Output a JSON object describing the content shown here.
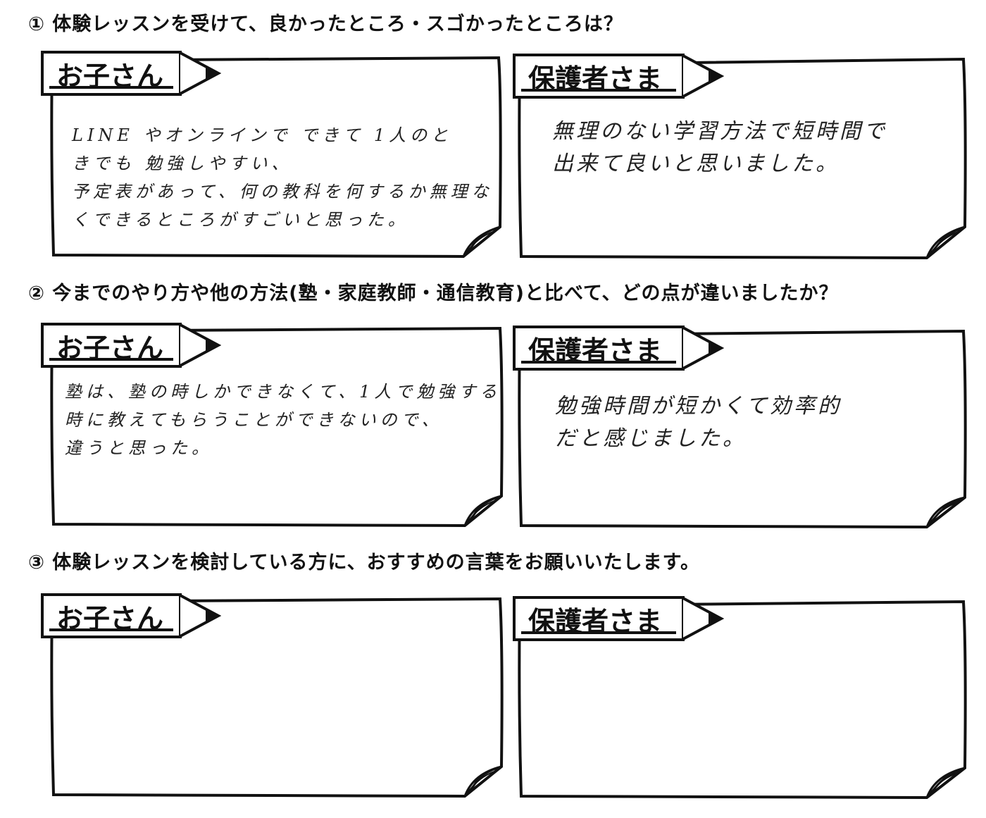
{
  "questions": [
    {
      "label": "① 体験レッスンを受けて、良かったところ・スゴかったところは？",
      "child_tag": "お子さん",
      "parent_tag": "保護者さま",
      "child_answer": "LINE やオンラインで できて 1人のと\nきでも 勉強しやすい、\n予定表があって、何の教科を何するか無理な\nくできるところがすごいと思った。",
      "parent_answer": "無理のない学習方法で短時間で\n出来て良いと思いました。"
    },
    {
      "label": "② 今までのやり方や他の方法(塾・家庭教師・通信教育)と比べて、どの点が違いましたか？",
      "child_tag": "お子さん",
      "parent_tag": "保護者さま",
      "child_answer": "塾は、塾の時しかできなくて、1人で勉強する\n時に教えてもらうことができないので、\n違うと思った。",
      "parent_answer": "勉強時間が短かくて効率的\nだと感じました。"
    },
    {
      "label": "③ 体験レッスンを検討している方に、おすすめの言葉をお願いいたします。",
      "child_tag": "お子さん",
      "parent_tag": "保護者さま",
      "child_answer": "",
      "parent_answer": ""
    }
  ]
}
